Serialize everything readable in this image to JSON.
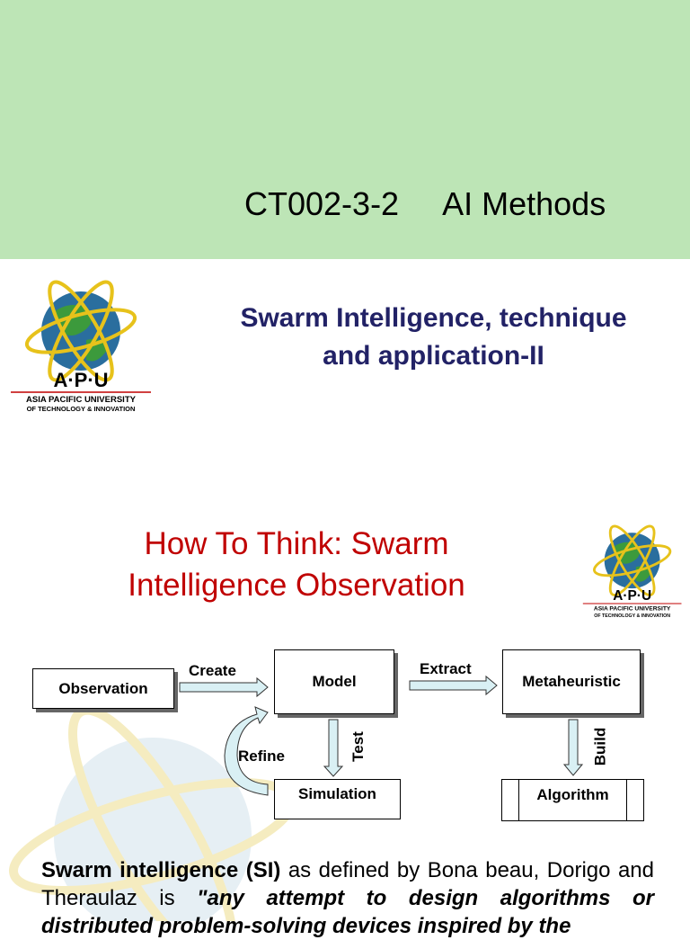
{
  "header": {
    "course_code": "CT002-3-2     AI Methods"
  },
  "logo": {
    "letters": "A·P·U",
    "university_line1": "ASIA PACIFIC UNIVERSITY",
    "university_line2": "OF TECHNOLOGY & INNOVATION"
  },
  "slide": {
    "title_line1": "Swarm Intelligence, technique",
    "title_line2": "and application-II",
    "section_title_line1": "How To Think: Swarm",
    "section_title_line2": "Intelligence Observation"
  },
  "diagram": {
    "nodes": {
      "observation": "Observation",
      "model": "Model",
      "metaheuristic": "Metaheuristic",
      "simulation": "Simulation",
      "algorithm": "Algorithm"
    },
    "edges": {
      "create": "Create",
      "extract": "Extract",
      "test": "Test",
      "refine": "Refine",
      "build": "Build"
    }
  },
  "paragraph": {
    "term": "Swarm intelligence (SI)",
    "text1": " as defined by Bona beau, Dorigo and Theraulaz is ",
    "quote": "\"any attempt to design algorithms or distributed problem-solving devices inspired by the"
  },
  "colors": {
    "header_band": "#bde5b6",
    "title": "#222266",
    "section_title": "#c00000",
    "arrow_fill": "#d9f0f4"
  }
}
